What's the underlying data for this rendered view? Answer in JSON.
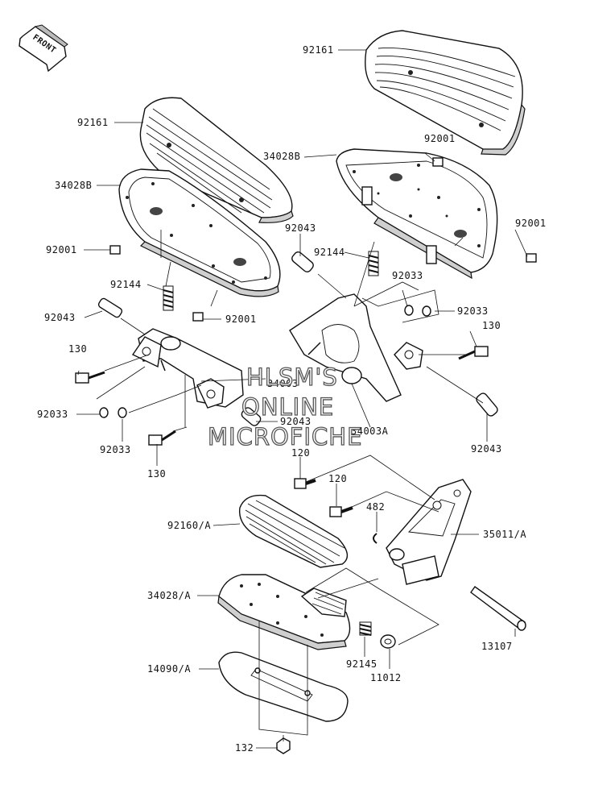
{
  "front_badge": "FRONT",
  "watermark": {
    "line1": "HLSM'S",
    "line2": "ONLINE",
    "line3": "MICROFICHE"
  },
  "labels": {
    "l_92161_top": "92161",
    "l_92161_left": "92161",
    "l_92001_upper": "92001",
    "l_34028B_right": "34028B",
    "l_34028B_left": "34028B",
    "l_92001_right": "92001",
    "l_92001_left": "92001",
    "l_92043_upper": "92043",
    "l_92144_right": "92144",
    "l_92144_left": "92144",
    "l_92033_r1": "92033",
    "l_92033_r2": "92033",
    "l_92043_left": "92043",
    "l_92001_mid": "92001",
    "l_130_right": "130",
    "l_130_left": "130",
    "l_34003": "34003",
    "l_92033_l1": "92033",
    "l_92043_mid": "92043",
    "l_34003A": "34003A",
    "l_92033_l2": "92033",
    "l_92043_right": "92043",
    "l_130_bottom": "130",
    "l_120_a": "120",
    "l_120_b": "120",
    "l_482": "482",
    "l_92160A": "92160/A",
    "l_35011A": "35011/A",
    "l_34028A": "34028/A",
    "l_13107": "13107",
    "l_92145": "92145",
    "l_11012": "11012",
    "l_14090A": "14090/A",
    "l_132": "132"
  }
}
